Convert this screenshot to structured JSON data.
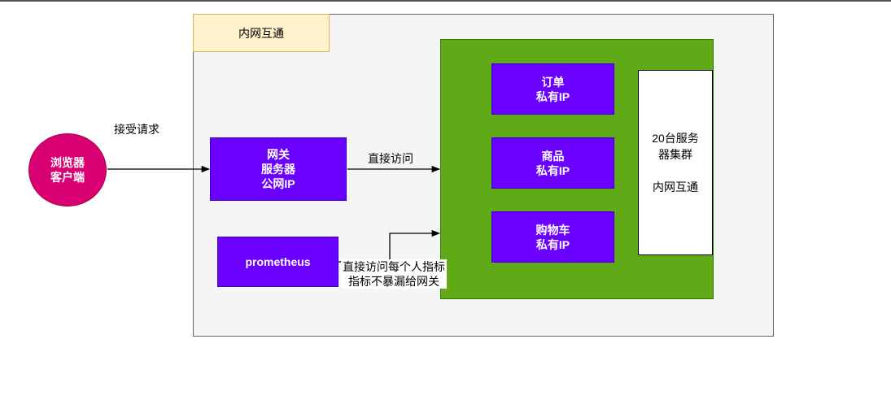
{
  "frame": {
    "tag_label": "内网互通"
  },
  "browser": {
    "line1": "浏览器",
    "line2": "客户端"
  },
  "edges": {
    "browser_to_gateway": "接受请求",
    "gateway_to_cluster": "直接访问",
    "prometheus_line1": "直接访问每个人指标",
    "prometheus_line2": "指标不暴漏给网关"
  },
  "gateway": {
    "line1": "网关",
    "line2": "服务器",
    "line3": "公网IP"
  },
  "prometheus": {
    "label": "prometheus"
  },
  "services": [
    {
      "name": "订单",
      "sub": "私有IP"
    },
    {
      "name": "商品",
      "sub": "私有IP"
    },
    {
      "name": "购物车",
      "sub": "私有IP"
    }
  ],
  "cluster_note": {
    "line1": "20台服务",
    "line2": "器集群",
    "line3": "内网互通"
  },
  "colors": {
    "browser": "#d80073",
    "purple": "#6a00ff",
    "green": "#60a917",
    "tag": "#fff2cc",
    "frame": "#f5f5f5"
  }
}
